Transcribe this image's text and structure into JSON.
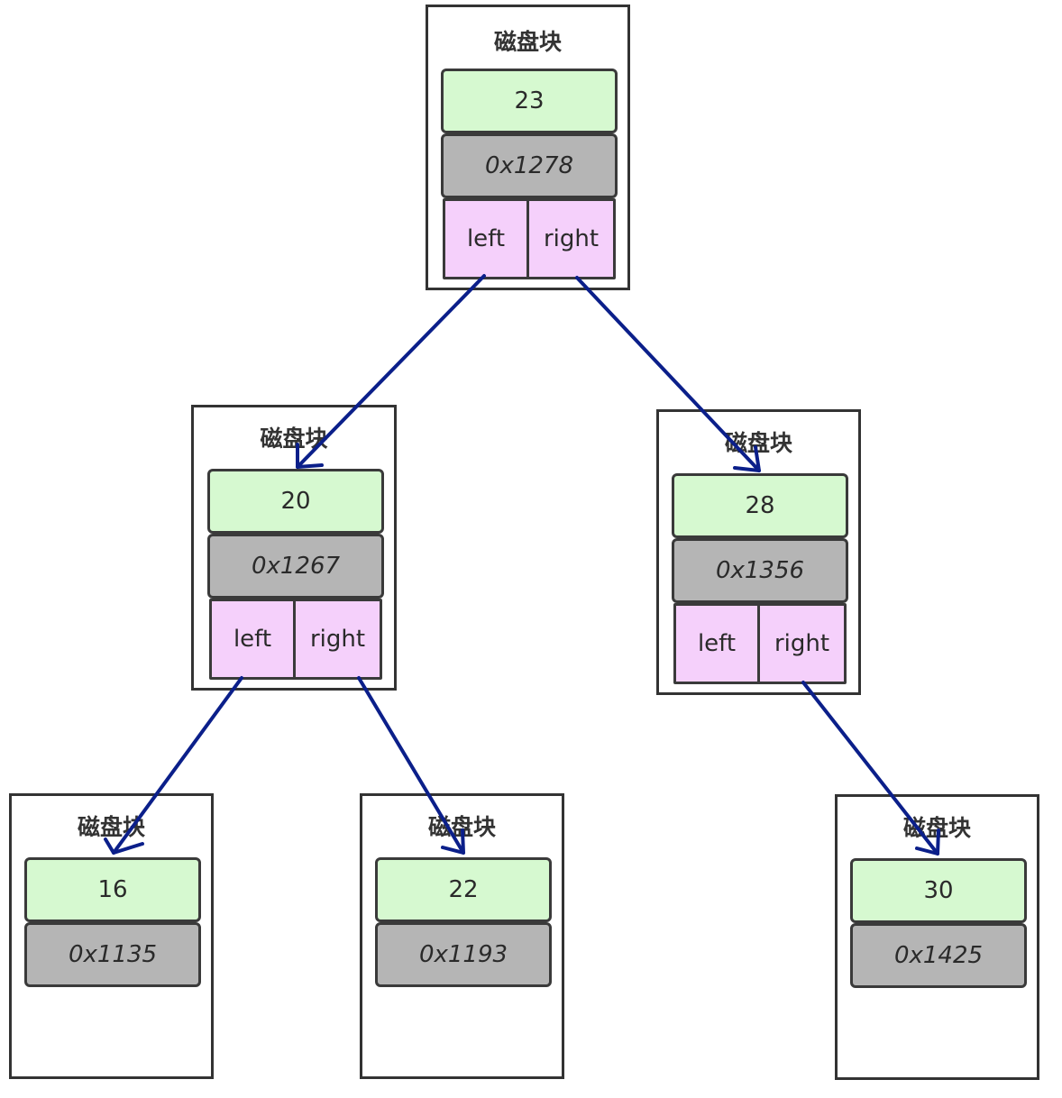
{
  "block_title": "磁盘块",
  "nodes": {
    "n23": {
      "key": "23",
      "addr": "0x1278",
      "left": "left",
      "right": "right"
    },
    "n20": {
      "key": "20",
      "addr": "0x1267",
      "left": "left",
      "right": "right"
    },
    "n28": {
      "key": "28",
      "addr": "0x1356",
      "left": "left",
      "right": "right"
    },
    "n16": {
      "key": "16",
      "addr": "0x1135"
    },
    "n22": {
      "key": "22",
      "addr": "0x1193"
    },
    "n30": {
      "key": "30",
      "addr": "0x1425"
    }
  },
  "edges": [
    {
      "from": "n23.left",
      "to": "n20"
    },
    {
      "from": "n23.right",
      "to": "n28"
    },
    {
      "from": "n20.left",
      "to": "n16"
    },
    {
      "from": "n20.right",
      "to": "n22"
    },
    {
      "from": "n28.right",
      "to": "n30"
    }
  ],
  "colors": {
    "key": "#d6f9d0",
    "addr": "#b5b5b5",
    "pointer": "#f5d0fb",
    "arrow": "#0b1f8a"
  }
}
